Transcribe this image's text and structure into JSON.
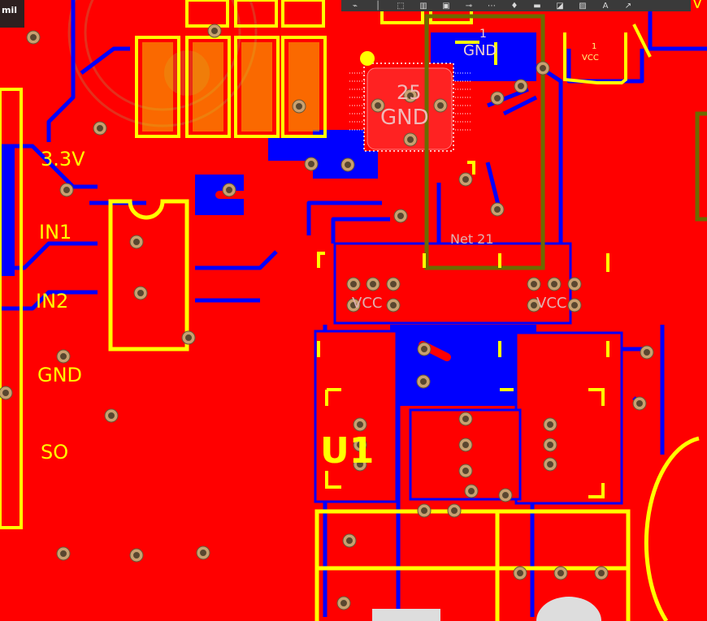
{
  "window": {
    "unit_label": "mil"
  },
  "toolbar": {
    "tools": [
      {
        "name": "route-tool-icon",
        "glyph": "⌁"
      },
      {
        "name": "place-line-icon",
        "glyph": "│"
      },
      {
        "name": "select-area-icon",
        "glyph": "⬚"
      },
      {
        "name": "bar-chart-icon",
        "glyph": "▥"
      },
      {
        "name": "component-icon",
        "glyph": "▣"
      },
      {
        "name": "via-icon",
        "glyph": "⊸"
      },
      {
        "name": "multi-route-icon",
        "glyph": "⋯"
      },
      {
        "name": "highlight-icon",
        "glyph": "♦"
      },
      {
        "name": "fill-icon",
        "glyph": "▬"
      },
      {
        "name": "region-icon",
        "glyph": "◪"
      },
      {
        "name": "polygon-icon",
        "glyph": "▨"
      },
      {
        "name": "text-tool-icon",
        "glyph": "A"
      },
      {
        "name": "arrow-icon",
        "glyph": "↗"
      }
    ]
  },
  "silkscreen": {
    "v33": "3.3V",
    "in1": "IN1",
    "in2": "IN2",
    "gnd": "GND",
    "so": "SO",
    "u1": "U1",
    "corner": "V"
  },
  "nets": {
    "pad25": "25",
    "gnd_center": "GND",
    "pin1": "1",
    "gnd_top": "GND",
    "vcc_left": "VCC",
    "vcc_right": "VCC",
    "vcc_small": "VCC",
    "pin1_small": "1",
    "net21": "Net   21"
  },
  "colors": {
    "top_copper": "#ff0000",
    "bottom_copper": "#0000ff",
    "silkscreen": "#ffff00",
    "via": "#c8a070",
    "outline": "#6b6b00"
  }
}
